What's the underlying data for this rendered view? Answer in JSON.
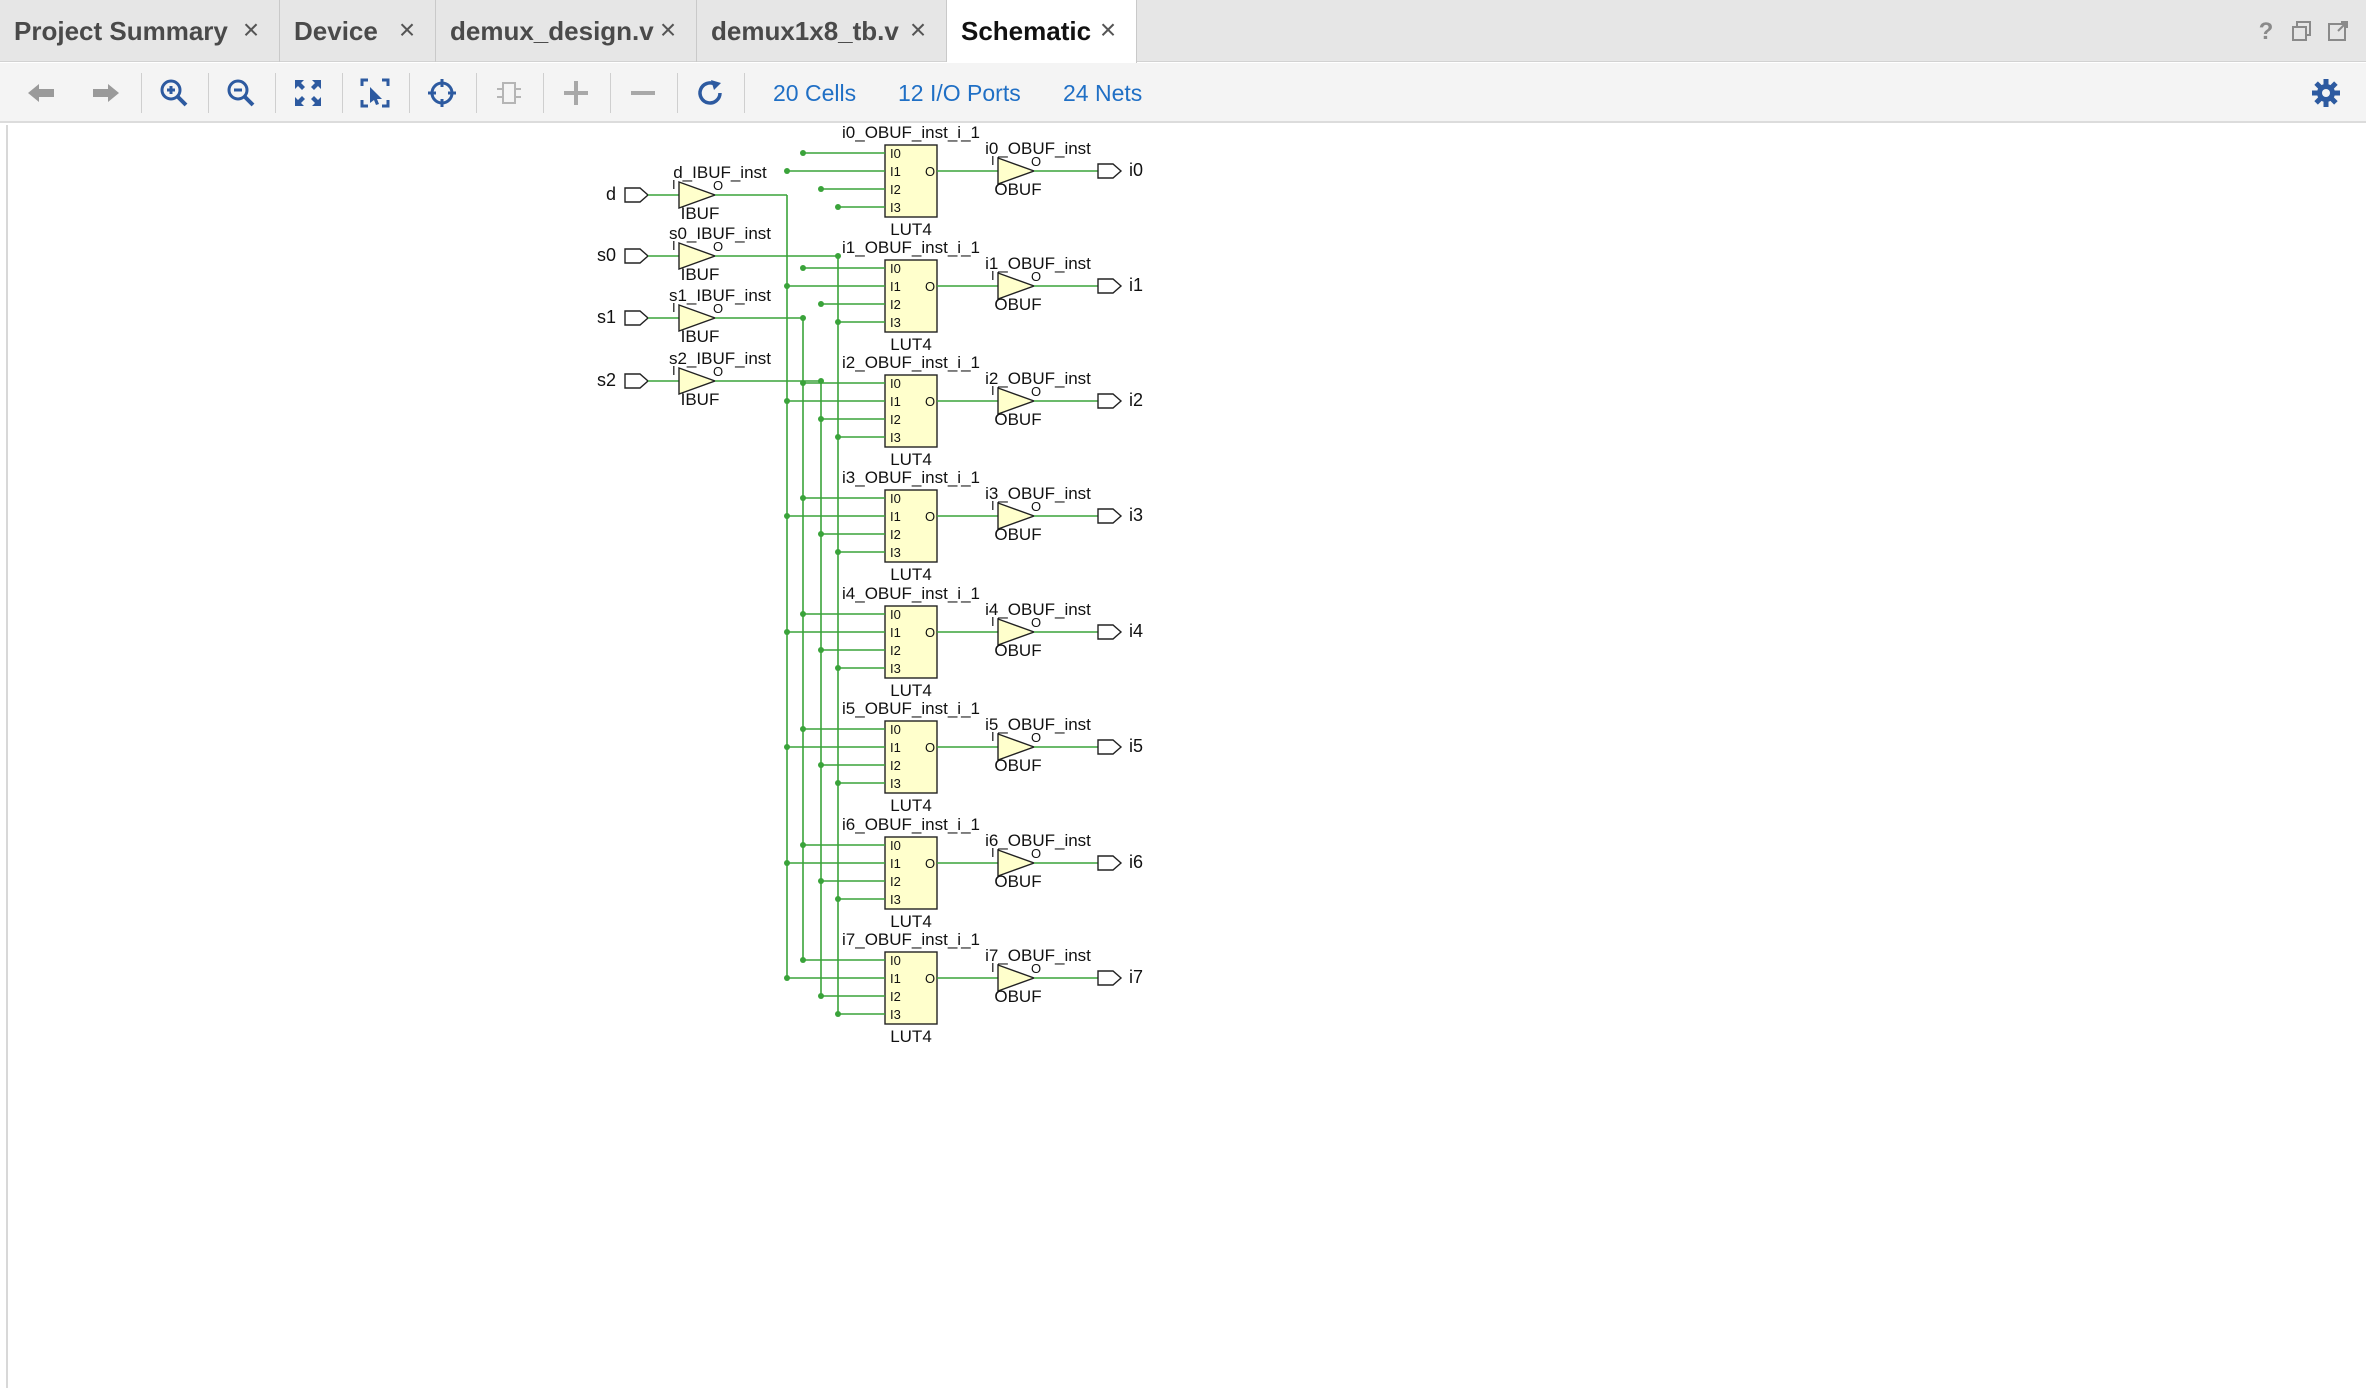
{
  "tabs": [
    {
      "label": "Project Summary",
      "active": false
    },
    {
      "label": "Device",
      "active": false
    },
    {
      "label": "demux_design.v",
      "active": false
    },
    {
      "label": "demux1x8_tb.v",
      "active": false
    },
    {
      "label": "Schematic",
      "active": true
    }
  ],
  "window_controls": [
    "help-icon",
    "restore-icon",
    "maximize-icon"
  ],
  "toolbar": {
    "buttons": [
      "back-arrow-icon",
      "forward-arrow-icon",
      "zoom-in-icon",
      "zoom-out-icon",
      "zoom-fit-icon",
      "zoom-area-icon",
      "select-crosshair-icon",
      "collapse-cell-icon",
      "expand-plus-icon",
      "collapse-minus-icon",
      "refresh-icon"
    ],
    "cells_link": "20 Cells",
    "ports_link": "12 I/O Ports",
    "nets_link": "24 Nets",
    "settings_icon": "gear-icon"
  },
  "colors": {
    "wire": "#3aa33a",
    "cell_fill": "#ffffcc",
    "link": "#1f6fc5"
  },
  "schematic": {
    "inputs": [
      {
        "port": "d",
        "inst": "d_IBUF_inst",
        "type": "IBUF",
        "pin_in": "I",
        "pin_out": "O"
      },
      {
        "port": "s0",
        "inst": "s0_IBUF_inst",
        "type": "IBUF",
        "pin_in": "I",
        "pin_out": "O"
      },
      {
        "port": "s1",
        "inst": "s1_IBUF_inst",
        "type": "IBUF",
        "pin_in": "I",
        "pin_out": "O"
      },
      {
        "port": "s2",
        "inst": "s2_IBUF_inst",
        "type": "IBUF",
        "pin_in": "I",
        "pin_out": "O"
      }
    ],
    "luts": [
      {
        "inst": "i0_OBUF_inst_i_1",
        "type": "LUT4",
        "pins": [
          "I0",
          "I1",
          "I2",
          "I3"
        ],
        "out": "O"
      },
      {
        "inst": "i1_OBUF_inst_i_1",
        "type": "LUT4",
        "pins": [
          "I0",
          "I1",
          "I2",
          "I3"
        ],
        "out": "O"
      },
      {
        "inst": "i2_OBUF_inst_i_1",
        "type": "LUT4",
        "pins": [
          "I0",
          "I1",
          "I2",
          "I3"
        ],
        "out": "O"
      },
      {
        "inst": "i3_OBUF_inst_i_1",
        "type": "LUT4",
        "pins": [
          "I0",
          "I1",
          "I2",
          "I3"
        ],
        "out": "O"
      },
      {
        "inst": "i4_OBUF_inst_i_1",
        "type": "LUT4",
        "pins": [
          "I0",
          "I1",
          "I2",
          "I3"
        ],
        "out": "O"
      },
      {
        "inst": "i5_OBUF_inst_i_1",
        "type": "LUT4",
        "pins": [
          "I0",
          "I1",
          "I2",
          "I3"
        ],
        "out": "O"
      },
      {
        "inst": "i6_OBUF_inst_i_1",
        "type": "LUT4",
        "pins": [
          "I0",
          "I1",
          "I2",
          "I3"
        ],
        "out": "O"
      },
      {
        "inst": "i7_OBUF_inst_i_1",
        "type": "LUT4",
        "pins": [
          "I0",
          "I1",
          "I2",
          "I3"
        ],
        "out": "O"
      }
    ],
    "outputs": [
      {
        "port": "i0",
        "inst": "i0_OBUF_inst",
        "type": "OBUF",
        "pin_in": "I",
        "pin_out": "O"
      },
      {
        "port": "i1",
        "inst": "i1_OBUF_inst",
        "type": "OBUF",
        "pin_in": "I",
        "pin_out": "O"
      },
      {
        "port": "i2",
        "inst": "i2_OBUF_inst",
        "type": "OBUF",
        "pin_in": "I",
        "pin_out": "O"
      },
      {
        "port": "i3",
        "inst": "i3_OBUF_inst",
        "type": "OBUF",
        "pin_in": "I",
        "pin_out": "O"
      },
      {
        "port": "i4",
        "inst": "i4_OBUF_inst",
        "type": "OBUF",
        "pin_in": "I",
        "pin_out": "O"
      },
      {
        "port": "i5",
        "inst": "i5_OBUF_inst",
        "type": "OBUF",
        "pin_in": "I",
        "pin_out": "O"
      },
      {
        "port": "i6",
        "inst": "i6_OBUF_inst",
        "type": "OBUF",
        "pin_in": "I",
        "pin_out": "O"
      },
      {
        "port": "i7",
        "inst": "i7_OBUF_inst",
        "type": "OBUF",
        "pin_in": "I",
        "pin_out": "O"
      }
    ]
  }
}
